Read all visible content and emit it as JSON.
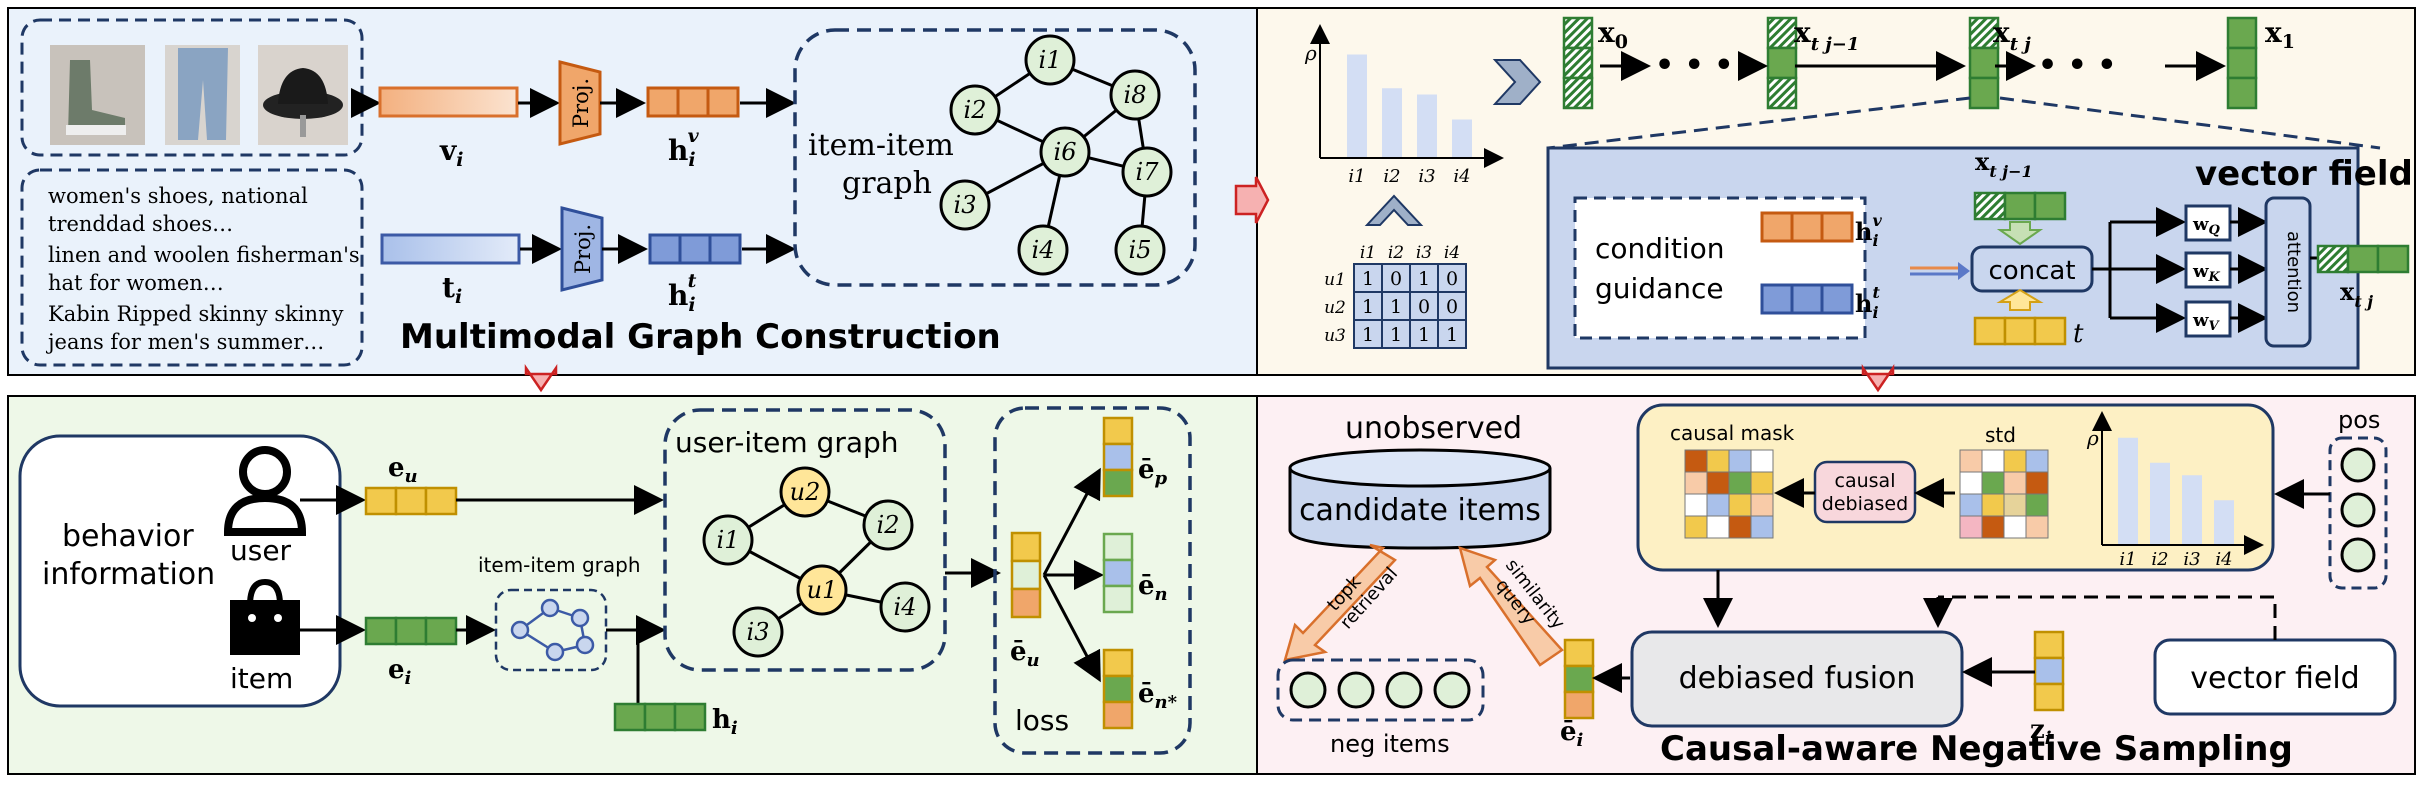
{
  "panels": {
    "top_left": {
      "title": "Multimodal Graph Construction",
      "text_lines": [
        "women's shoes, national",
        "trenddad shoes…",
        "linen and woolen fisherman's",
        "hat for women…",
        "Kabin Ripped skinny skinny",
        "jeans for men's summer…"
      ],
      "proj_label": "Proj.",
      "v_label": "v",
      "t_label": "t",
      "h_label": "h",
      "sub_i": "i",
      "sup_v": "v",
      "sup_t": "t",
      "graph_label_1": "item-item",
      "graph_label_2": "graph",
      "graph_nodes": [
        "i1",
        "i2",
        "i3",
        "i4",
        "i5",
        "i6",
        "i7",
        "i8"
      ]
    },
    "top_right": {
      "title": "vector field",
      "rho": "ρ",
      "bar_ticks": [
        "i1",
        "i2",
        "i3",
        "i4"
      ],
      "bar_values": [
        0.82,
        0.55,
        0.5,
        0.3
      ],
      "matrix_cols": [
        "i1",
        "i2",
        "i3",
        "i4"
      ],
      "matrix_rows": [
        "u1",
        "u2",
        "u3"
      ],
      "matrix": [
        [
          "1",
          "0",
          "1",
          "0"
        ],
        [
          "1",
          "1",
          "0",
          "0"
        ],
        [
          "1",
          "1",
          "1",
          "1"
        ]
      ],
      "x_seq": [
        "x0",
        "xtj-1",
        "xtj",
        "x1"
      ],
      "x_label": "x",
      "sub_0": "0",
      "sub_1": "1",
      "sub_tjm1": "t j−1",
      "sub_tj": "t j",
      "dots": "• • •",
      "condition_1": "condition",
      "condition_2": "guidance",
      "concat": "concat",
      "attention": "attention",
      "wq": "w",
      "wk": "w",
      "wv": "w",
      "sub_q": "Q",
      "sub_k": "K",
      "sub_v": "V",
      "t_var": "t"
    },
    "bottom_left": {
      "behavior_1": "behavior",
      "behavior_2": "information",
      "user": "user",
      "item": "item",
      "e_label": "e",
      "sub_u": "u",
      "sub_i": "i",
      "item_graph": "item-item graph",
      "ui_graph": "user-item graph",
      "h_label": "h",
      "loss": "loss",
      "ebar_u": "ē",
      "sub_p": "p",
      "sub_n": "n",
      "sub_nstar": "n*",
      "ui_nodes": [
        "u2",
        "i1",
        "i2",
        "u1",
        "i3",
        "i4"
      ]
    },
    "bottom_right": {
      "title": "Causal-aware Negative Sampling",
      "unobserved": "unobserved",
      "candidate": "candidate items",
      "topk_1": "topk",
      "topk_2": "retrieval",
      "sim_1": "similarity",
      "sim_2": "query",
      "neg_items": "neg items",
      "causal_mask": "causal mask",
      "causal_1": "causal",
      "causal_2": "debiased",
      "std": "std",
      "pos": "pos",
      "debiased_fusion": "debiased fusion",
      "vector_field": "vector field",
      "z_label": "z",
      "sub_i": "i",
      "ebar": "ē",
      "rho": "ρ",
      "bar_ticks": [
        "i1",
        "i2",
        "i3",
        "i4"
      ],
      "bar_values": [
        0.85,
        0.65,
        0.55,
        0.35
      ]
    }
  },
  "colors": {
    "orange": "#e88a4a",
    "blue": "#5b79c8",
    "green": "#6aa84f",
    "yellow": "#f2c94c",
    "navy": "#1f3864",
    "red_arrow": "#cc2222",
    "panel_tl": "#eaf2fb",
    "panel_tr": "#fdf8ec",
    "panel_bl": "#eef8e8",
    "panel_br": "#fdf0f3"
  }
}
